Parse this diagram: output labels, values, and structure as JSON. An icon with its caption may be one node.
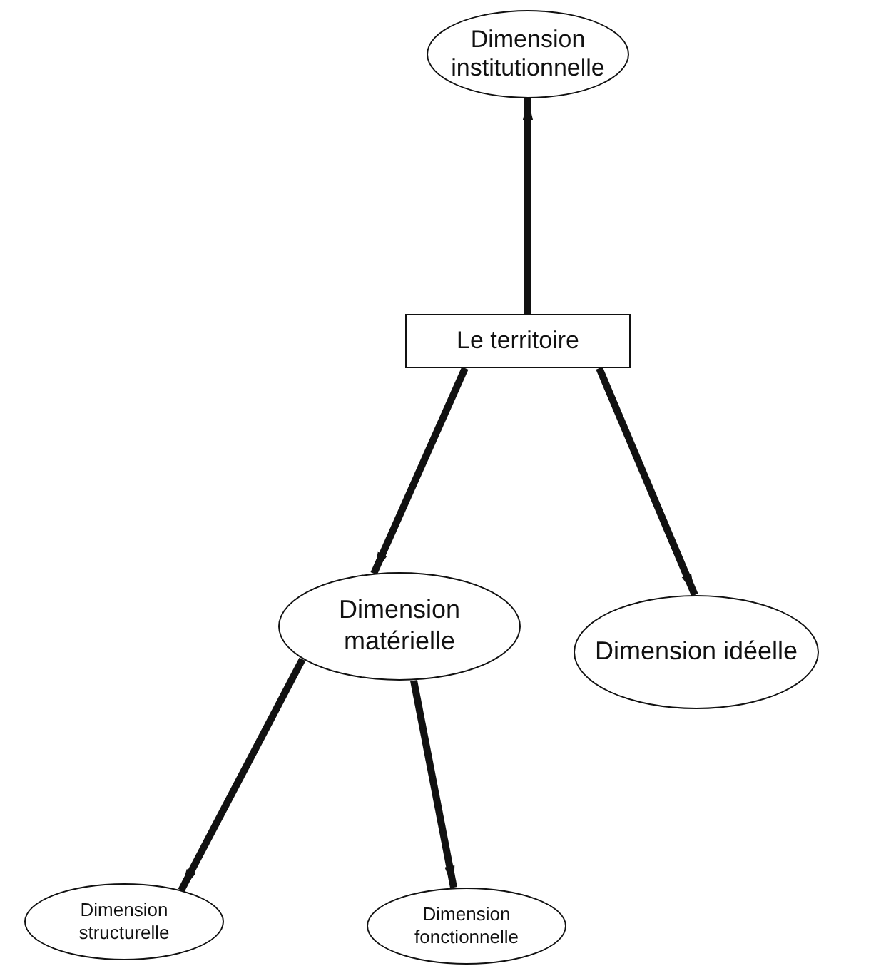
{
  "diagram": {
    "nodes": [
      {
        "text": [
          "Dimension institutionnelle"
        ]
      },
      {
        "text": [
          "Le territoire"
        ]
      },
      {
        "text": [
          "Dimension matérielle"
        ]
      },
      {
        "text": [
          "Dimension idéelle"
        ]
      },
      {
        "text": [
          "Dimension structurelle"
        ]
      },
      {
        "text": [
          "Dimension fonctionnelle"
        ]
      }
    ],
    "edges": [
      {
        "from": 1,
        "to": 0,
        "arrow": "to"
      },
      {
        "from": 1,
        "to": 2,
        "arrow": "to"
      },
      {
        "from": 1,
        "to": 3,
        "arrow": "to"
      },
      {
        "from": 2,
        "to": 4,
        "arrow": "to"
      },
      {
        "from": 2,
        "to": 5,
        "arrow": "to"
      }
    ]
  }
}
